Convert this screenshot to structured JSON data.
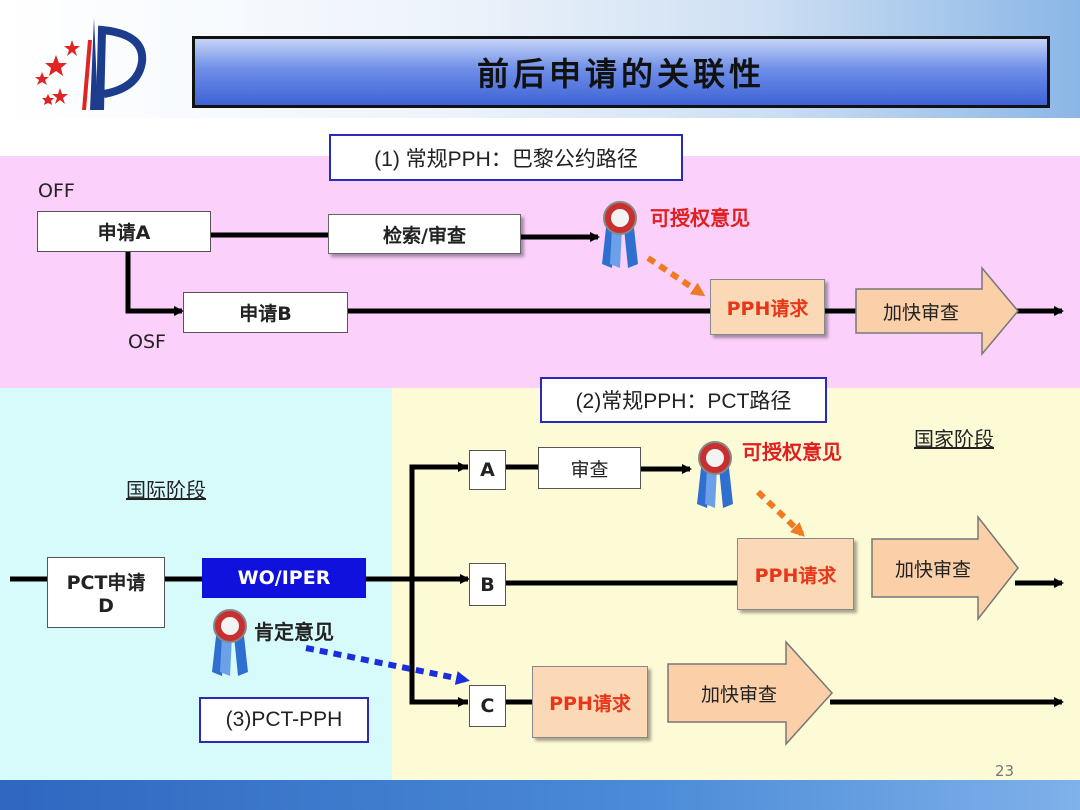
{
  "title": "前后申请的关联性",
  "section1": {
    "label": "(1) 常规PPH：巴黎公约路径",
    "off": "OFF",
    "osf": "OSF",
    "app_a": "申请A",
    "app_b": "申请B",
    "search_exam": "检索/审查",
    "allowable": "可授权意见",
    "pph_request": "PPH请求",
    "accelerated": "加快审查"
  },
  "section2": {
    "label": "(2)常规PPH：PCT路径",
    "national_phase": "国家阶段",
    "international_phase": "国际阶段",
    "pct_app_line1": "PCT申请",
    "pct_app_line2": "D",
    "wo_iper": "WO/IPER",
    "a": "A",
    "b": "B",
    "c": "C",
    "exam": "审查",
    "allowable": "可授权意见",
    "positive": "肯定意见",
    "pph_request_b": "PPH请求",
    "accelerated_b": "加快审查",
    "pph_request_c": "PPH请求",
    "accelerated_c": "加快审查"
  },
  "section3": {
    "label": "(3)PCT-PPH"
  },
  "page_number": "23",
  "colors": {
    "pink_bg": "#fbd0fb",
    "cyan_bg": "#d7fbfb",
    "yellow_bg": "#fdfbd6",
    "red_text": "#e02020",
    "orange_arrow": "#f07a22",
    "blue_arrow": "#1a2ee0",
    "wo_bg": "#1111dd"
  }
}
